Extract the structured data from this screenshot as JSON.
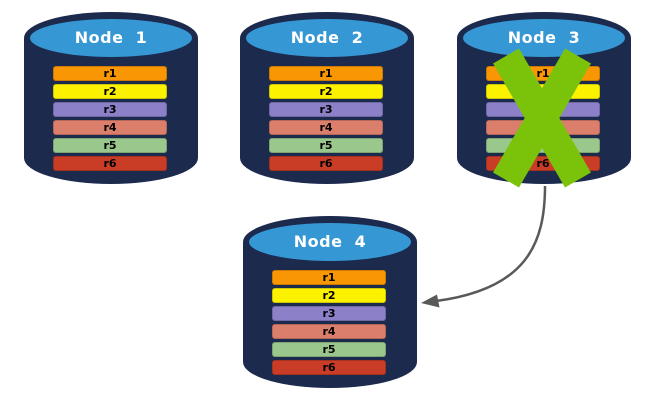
{
  "colors": {
    "background": "#FFFFFF",
    "cylinder_body": "#1C2A4D",
    "cylinder_top": "#3598D4",
    "title_text": "#FFFFFF",
    "row_text": "#000000",
    "failure_x": "#7BC20A",
    "arrow": "#595959"
  },
  "rows": [
    {
      "label": "r1",
      "color": "#F89703"
    },
    {
      "label": "r2",
      "color": "#FCF200"
    },
    {
      "label": "r3",
      "color": "#8C80C8"
    },
    {
      "label": "r4",
      "color": "#DC7E6C"
    },
    {
      "label": "r5",
      "color": "#9AC88C"
    },
    {
      "label": "r6",
      "color": "#C93D27"
    }
  ],
  "nodes": [
    {
      "title": "Node  1",
      "failed": false
    },
    {
      "title": "Node  2",
      "failed": false
    },
    {
      "title": "Node  3",
      "failed": true
    },
    {
      "title": "Node  4",
      "failed": false
    }
  ]
}
